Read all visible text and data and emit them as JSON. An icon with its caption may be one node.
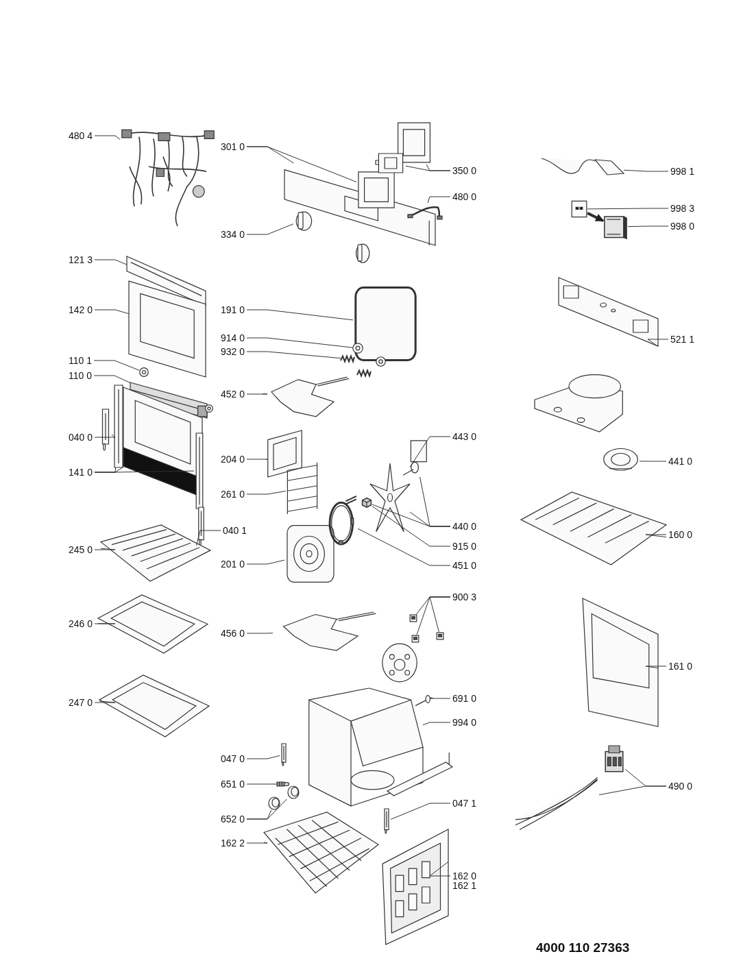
{
  "diagram": {
    "nodes": [
      {
        "text": [
          "480 4"
        ]
      },
      {
        "text": [],
        "shape": "picture"
      },
      {
        "text": [
          "301 0"
        ]
      },
      {
        "text": [],
        "shape": "picture"
      },
      {
        "text": [],
        "shape": "picture"
      },
      {
        "text": [
          "350 0"
        ]
      },
      {
        "text": [],
        "shape": "picture"
      },
      {
        "text": [],
        "shape": "picture"
      },
      {
        "text": [
          "480 0"
        ]
      },
      {
        "text": [],
        "shape": "picture"
      },
      {
        "text": [
          "334 0"
        ]
      },
      {
        "text": [],
        "shape": "picture"
      },
      {
        "text": [],
        "shape": "picture"
      },
      {
        "text": [
          "121 3"
        ]
      },
      {
        "text": [],
        "shape": "picture"
      },
      {
        "text": [
          "142 0"
        ]
      },
      {
        "text": [],
        "shape": "picture"
      },
      {
        "text": [
          "191 0"
        ]
      },
      {
        "text": [],
        "shape": "picture"
      },
      {
        "text": [
          "914 0"
        ]
      },
      {
        "text": [],
        "shape": "picture"
      },
      {
        "text": [],
        "shape": "picture"
      },
      {
        "text": [
          "932 0"
        ]
      },
      {
        "text": [],
        "shape": "picture"
      },
      {
        "text": [],
        "shape": "picture"
      },
      {
        "text": [
          "110 1"
        ]
      },
      {
        "text": [],
        "shape": "picture"
      },
      {
        "text": [
          "110 0"
        ]
      },
      {
        "text": [],
        "shape": "picture"
      },
      {
        "text": [],
        "shape": "picture"
      },
      {
        "text": [
          "452 0"
        ]
      },
      {
        "text": [],
        "shape": "picture"
      },
      {
        "text": [
          "040 0"
        ]
      },
      {
        "text": [],
        "shape": "picture"
      },
      {
        "text": [
          "204 0"
        ]
      },
      {
        "text": [],
        "shape": "picture"
      },
      {
        "text": [
          "443 0"
        ]
      },
      {
        "text": [],
        "shape": "picture"
      },
      {
        "text": [],
        "shape": "picture"
      },
      {
        "text": [
          "141 0"
        ]
      },
      {
        "text": [],
        "shape": "picture"
      },
      {
        "text": [],
        "shape": "picture"
      },
      {
        "text": [],
        "shape": "picture"
      },
      {
        "text": [
          "261 0"
        ]
      },
      {
        "text": [],
        "shape": "picture"
      },
      {
        "text": [
          "440 0"
        ]
      },
      {
        "text": [
          "040 1"
        ]
      },
      {
        "text": [],
        "shape": "picture"
      },
      {
        "text": [
          "245 0"
        ]
      },
      {
        "text": [],
        "shape": "picture"
      },
      {
        "text": [
          "915 0"
        ]
      },
      {
        "text": [],
        "shape": "picture"
      },
      {
        "text": [
          "201 0"
        ]
      },
      {
        "text": [],
        "shape": "picture"
      },
      {
        "text": [
          "451 0"
        ]
      },
      {
        "text": [],
        "shape": "picture"
      },
      {
        "text": [
          "900 3"
        ]
      },
      {
        "text": [],
        "shape": "picture"
      },
      {
        "text": [],
        "shape": "picture"
      },
      {
        "text": [],
        "shape": "picture"
      },
      {
        "text": [
          "246 0"
        ]
      },
      {
        "text": [],
        "shape": "picture"
      },
      {
        "text": [
          "456 0"
        ]
      },
      {
        "text": [],
        "shape": "picture"
      },
      {
        "text": [],
        "shape": "picture"
      },
      {
        "text": [
          "247 0"
        ]
      },
      {
        "text": [],
        "shape": "picture"
      },
      {
        "text": [
          "691 0"
        ]
      },
      {
        "text": [],
        "shape": "picture"
      },
      {
        "text": [
          "994 0"
        ]
      },
      {
        "text": [],
        "shape": "picture"
      },
      {
        "text": [],
        "shape": "picture"
      },
      {
        "text": [
          "047 0"
        ]
      },
      {
        "text": [],
        "shape": "picture"
      },
      {
        "text": [
          "651 0"
        ]
      },
      {
        "text": [],
        "shape": "picture"
      },
      {
        "text": [
          "047 1"
        ]
      },
      {
        "text": [],
        "shape": "picture"
      },
      {
        "text": [
          "652 0"
        ]
      },
      {
        "text": [],
        "shape": "picture"
      },
      {
        "text": [],
        "shape": "picture"
      },
      {
        "text": [
          "162 2"
        ]
      },
      {
        "text": [],
        "shape": "picture"
      },
      {
        "text": [
          "162 0",
          "162 1"
        ]
      },
      {
        "text": [],
        "shape": "picture"
      },
      {
        "text": [
          "998 1"
        ]
      },
      {
        "text": [],
        "shape": "picture"
      },
      {
        "text": [
          "998 3"
        ]
      },
      {
        "text": [],
        "shape": "picture"
      },
      {
        "text": [
          "998 0"
        ]
      },
      {
        "text": [],
        "shape": "picture"
      },
      {
        "text": [
          "521 1"
        ]
      },
      {
        "text": [],
        "shape": "picture"
      },
      {
        "text": [],
        "shape": "picture"
      },
      {
        "text": [
          "441 0"
        ]
      },
      {
        "text": [],
        "shape": "picture"
      },
      {
        "text": [
          "160 0"
        ]
      },
      {
        "text": [],
        "shape": "picture"
      },
      {
        "text": [
          "161 0"
        ]
      },
      {
        "text": [],
        "shape": "picture"
      },
      {
        "text": [
          "490 0"
        ]
      },
      {
        "text": [],
        "shape": "picture"
      },
      {
        "text": [],
        "shape": "picture"
      }
    ],
    "edges": [
      {
        "from": 0,
        "to": 1,
        "arrow": "none"
      },
      {
        "from": 2,
        "to": 3,
        "arrow": "none"
      },
      {
        "from": 2,
        "to": 4,
        "arrow": "none"
      },
      {
        "from": 5,
        "to": 6,
        "arrow": "none"
      },
      {
        "from": 5,
        "to": 7,
        "arrow": "none"
      },
      {
        "from": 8,
        "to": 9,
        "arrow": "none"
      },
      {
        "from": 10,
        "to": 11,
        "arrow": "none"
      },
      {
        "from": 13,
        "to": 14,
        "arrow": "none"
      },
      {
        "from": 15,
        "to": 16,
        "arrow": "none"
      },
      {
        "from": 17,
        "to": 18,
        "arrow": "none"
      },
      {
        "from": 19,
        "to": 20,
        "arrow": "none"
      },
      {
        "from": 22,
        "to": 23,
        "arrow": "none"
      },
      {
        "from": 25,
        "to": 26,
        "arrow": "none"
      },
      {
        "from": 27,
        "to": 28,
        "arrow": "none"
      },
      {
        "from": 30,
        "to": 31,
        "arrow": "none"
      },
      {
        "from": 32,
        "to": 33,
        "arrow": "none"
      },
      {
        "from": 34,
        "to": 35,
        "arrow": "none"
      },
      {
        "from": 36,
        "to": 37,
        "arrow": "none"
      },
      {
        "from": 39,
        "to": 40,
        "arrow": "none"
      },
      {
        "from": 39,
        "to": 41,
        "arrow": "none"
      },
      {
        "from": 39,
        "to": 42,
        "arrow": "none"
      },
      {
        "from": 43,
        "to": 44,
        "arrow": "none"
      },
      {
        "from": 45,
        "to": 51,
        "arrow": "none"
      },
      {
        "from": 45,
        "to": 37,
        "arrow": "none"
      },
      {
        "from": 45,
        "to": 38,
        "arrow": "none"
      },
      {
        "from": 46,
        "to": 47,
        "arrow": "none"
      },
      {
        "from": 48,
        "to": 49,
        "arrow": "none"
      },
      {
        "from": 50,
        "to": 51,
        "arrow": "none"
      },
      {
        "from": 52,
        "to": 53,
        "arrow": "none"
      },
      {
        "from": 54,
        "to": 55,
        "arrow": "none"
      },
      {
        "from": 56,
        "to": 57,
        "arrow": "none"
      },
      {
        "from": 56,
        "to": 58,
        "arrow": "none"
      },
      {
        "from": 56,
        "to": 59,
        "arrow": "none"
      },
      {
        "from": 60,
        "to": 61,
        "arrow": "none"
      },
      {
        "from": 62,
        "to": 63,
        "arrow": "none"
      },
      {
        "from": 65,
        "to": 66,
        "arrow": "none"
      },
      {
        "from": 67,
        "to": 68,
        "arrow": "none"
      },
      {
        "from": 69,
        "to": 70,
        "arrow": "none"
      },
      {
        "from": 72,
        "to": 73,
        "arrow": "none"
      },
      {
        "from": 74,
        "to": 75,
        "arrow": "none"
      },
      {
        "from": 76,
        "to": 77,
        "arrow": "none"
      },
      {
        "from": 78,
        "to": 79,
        "arrow": "none"
      },
      {
        "from": 78,
        "to": 80,
        "arrow": "none"
      },
      {
        "from": 81,
        "to": 82,
        "arrow": "none"
      },
      {
        "from": 83,
        "to": 84,
        "arrow": "none"
      },
      {
        "from": 85,
        "to": 86,
        "arrow": "none"
      },
      {
        "from": 87,
        "to": 88,
        "arrow": "none"
      },
      {
        "from": 88,
        "to": 90,
        "arrow": "to",
        "style": "thick"
      },
      {
        "from": 89,
        "to": 90,
        "arrow": "none"
      },
      {
        "from": 91,
        "to": 92,
        "arrow": "none"
      },
      {
        "from": 94,
        "to": 95,
        "arrow": "none"
      },
      {
        "from": 96,
        "to": 97,
        "arrow": "none"
      },
      {
        "from": 98,
        "to": 99,
        "arrow": "none"
      },
      {
        "from": 100,
        "to": 101,
        "arrow": "none"
      },
      {
        "from": 100,
        "to": 102,
        "arrow": "none"
      }
    ],
    "labels": [
      "4000 110 27363"
    ]
  }
}
